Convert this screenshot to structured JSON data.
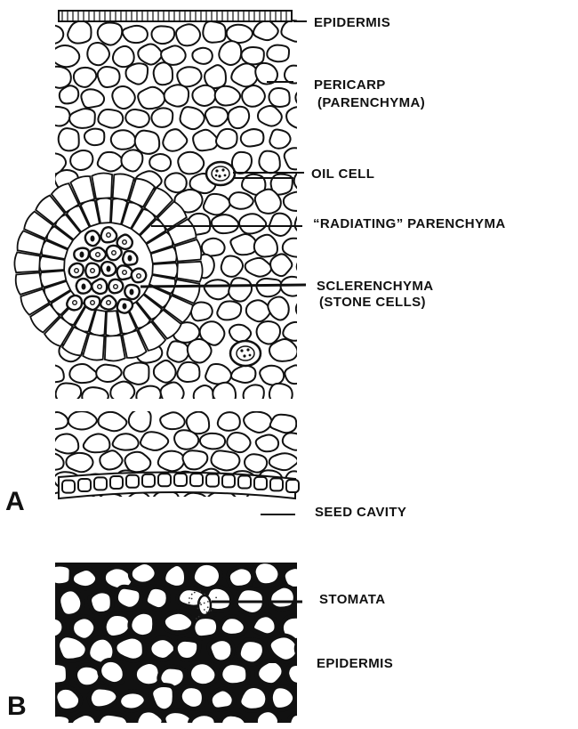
{
  "panels": {
    "a": {
      "letter": "A"
    },
    "b": {
      "letter": "B"
    }
  },
  "labels": {
    "epidermis_top": "EPIDERMIS",
    "pericarp": "PERICARP",
    "pericarp_sub": "(PARENCHYMA)",
    "oil_cell": "OIL CELL",
    "radiating": "“RADIATING” PARENCHYMA",
    "sclerenchyma": "SCLERENCHYMA",
    "sclerenchyma_sub": "(STONE CELLS)",
    "seed_cavity": "SEED CAVITY",
    "stomata": "STOMATA",
    "epidermis_b": "EPIDERMIS"
  }
}
